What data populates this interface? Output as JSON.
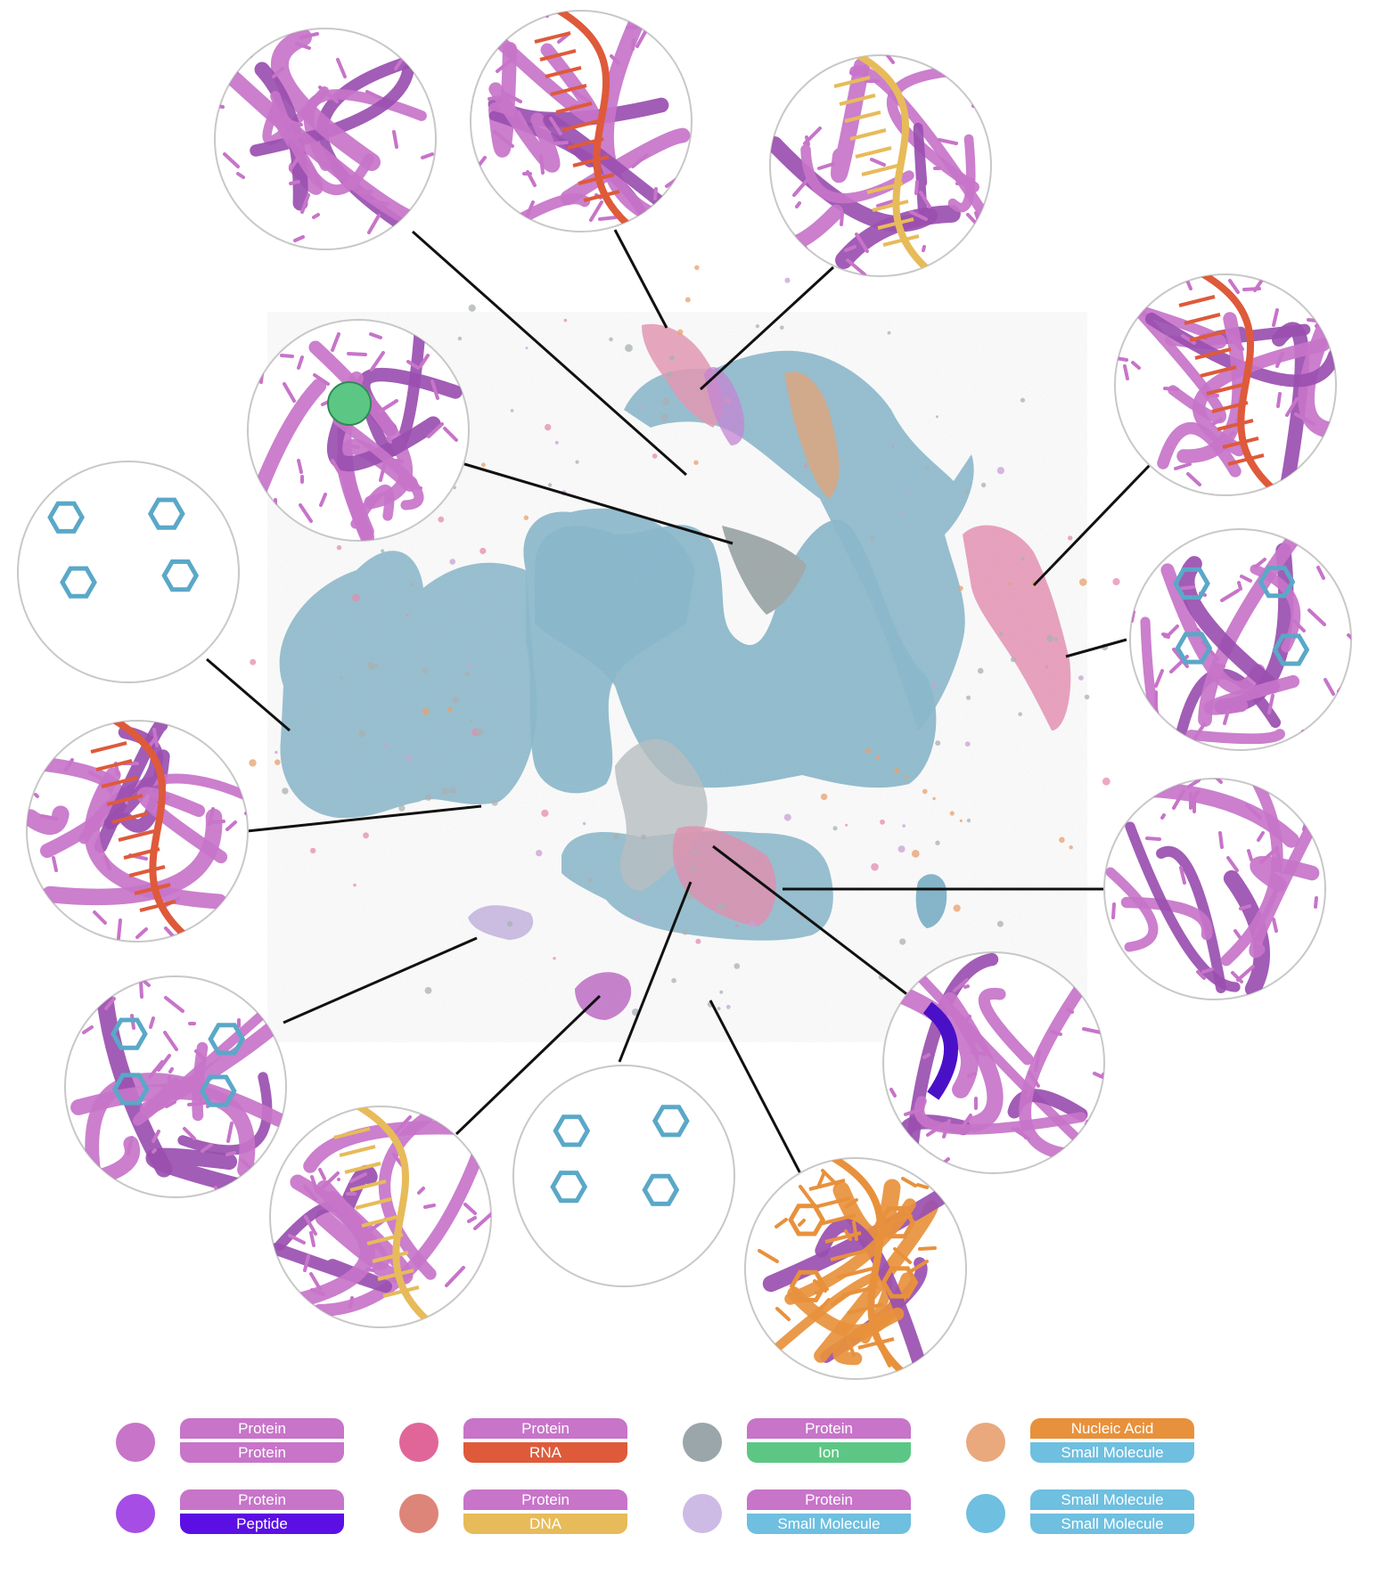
{
  "colors": {
    "protein": "#c774c9",
    "rna": "#de5a3a",
    "ion": "#5cc784",
    "nucleic_acid": "#e8913c",
    "small_molecule": "#6ebfe0",
    "peptide": "#5b0fe3",
    "dna": "#e7bb5a",
    "cloud_blue": "#6bb1cf",
    "cloud_grey": "#a9b0b3",
    "cloud_pink": "#e68bb0",
    "cloud_orange": "#e8a06c"
  },
  "legend": [
    {
      "dot": "#c774c9",
      "top": "Protein",
      "bottom": "Protein",
      "top_color": "#c774c9",
      "bottom_color": "#c774c9"
    },
    {
      "dot": "#e0669a",
      "top": "Protein",
      "bottom": "RNA",
      "top_color": "#c774c9",
      "bottom_color": "#de5a3a"
    },
    {
      "dot": "#9aa6a9",
      "top": "Protein",
      "bottom": "Ion",
      "top_color": "#c774c9",
      "bottom_color": "#5cc784"
    },
    {
      "dot": "#e9a97d",
      "top": "Nucleic Acid",
      "bottom": "Small Molecule",
      "top_color": "#e8913c",
      "bottom_color": "#6ebfe0"
    },
    {
      "dot": "#a64de5",
      "top": "Protein",
      "bottom": "Peptide",
      "top_color": "#c774c9",
      "bottom_color": "#5b0fe3"
    },
    {
      "dot": "#dd8578",
      "top": "Protein",
      "bottom": "DNA",
      "top_color": "#c774c9",
      "bottom_color": "#e7bb5a"
    },
    {
      "dot": "#cdbbe6",
      "top": "Protein",
      "bottom": "Small Molecule",
      "top_color": "#c774c9",
      "bottom_color": "#6ebfe0"
    },
    {
      "dot": "#6ebfe0",
      "top": "Small Molecule",
      "bottom": "Small Molecule",
      "top_color": "#6ebfe0",
      "bottom_color": "#6ebfe0"
    }
  ],
  "insets": [
    {
      "kind": "protein-sheet",
      "accent": "#8a3fa6"
    },
    {
      "kind": "protein-rna",
      "accent": "#de5a3a"
    },
    {
      "kind": "protein-dna",
      "accent": "#e7bb5a"
    },
    {
      "kind": "protein-ion",
      "accent": "#5cc784"
    },
    {
      "kind": "protein-rna-ladder",
      "accent": "#de5a3a"
    },
    {
      "kind": "small-molecule-pair",
      "accent": "#5aa8c8"
    },
    {
      "kind": "protein-small-molecule",
      "accent": "#5aa8c8"
    },
    {
      "kind": "protein-rna-helix",
      "accent": "#de5a3a"
    },
    {
      "kind": "protein-dense",
      "accent": "#8a3fa6"
    },
    {
      "kind": "protein-small-molecule-b",
      "accent": "#5aa8c8"
    },
    {
      "kind": "protein-peptide",
      "accent": "#4a10c8"
    },
    {
      "kind": "protein-dna-b",
      "accent": "#e7bb5a"
    },
    {
      "kind": "small-molecule-chain",
      "accent": "#5aa8c8"
    },
    {
      "kind": "nucleic-small-molecule",
      "accent": "#e8913c"
    }
  ]
}
